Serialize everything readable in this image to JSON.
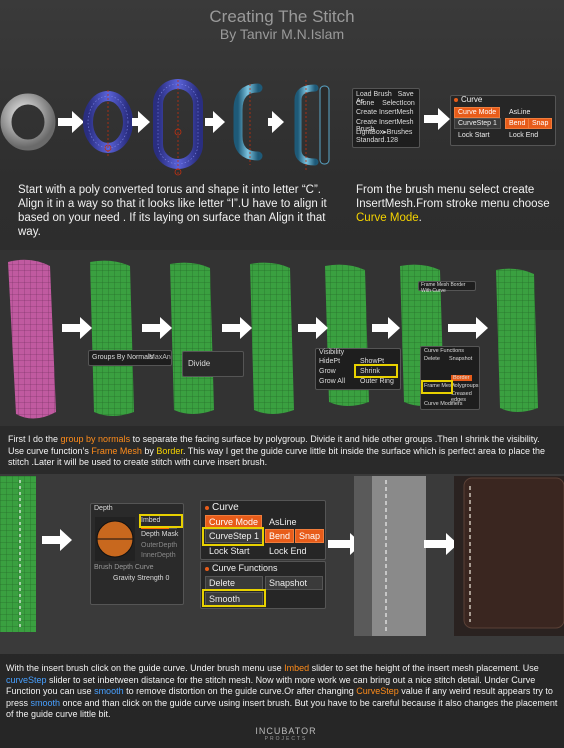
{
  "header": {
    "title": "Creating The Stitch",
    "author": "By Tanvir M.N.Islam"
  },
  "section1": {
    "left_text": "Start with a poly converted torus and shape it into letter “C”. Align it in a way so that it looks like letter “I”.U have to align it based on your need . If its laying on surface than Align it that way.",
    "right_text_a": "From the brush menu select create InsertMesh.From stroke menu choose",
    "right_text_b": "Curve Mode",
    "right_text_c": ".",
    "brush_menu": {
      "items": [
        [
          "Load Brush",
          "Save As"
        ],
        [
          "Clone",
          "SelectIcon"
        ],
        [
          "Create InsertMesh",
          ""
        ],
        [
          "Create InsertMesh Brush",
          ""
        ],
        [
          "LightBox▸Brushes",
          ""
        ],
        [
          "Standard.128",
          ""
        ]
      ]
    },
    "curve_panel": {
      "header": "Curve",
      "curve_mode": "Curve Mode",
      "asline": "AsLine",
      "curvestep": "CurveStep 1",
      "bend": "Bend",
      "snap": "Snap",
      "lock_start": "Lock Start",
      "lock_end": "Lock End"
    }
  },
  "section2": {
    "group_panel": {
      "group_by_normals": "Groups By Normals",
      "maxangle": "MaxAn"
    },
    "divide": "Divide",
    "visibility": {
      "header": "Visibility",
      "hidept": "HidePt",
      "showpt": "ShowPt",
      "shrink": "Shrink",
      "grow": "Grow",
      "growall": "Grow All",
      "outer_ring": "Outer Ring"
    },
    "guide_label": "Frame Mesh Border With Curve",
    "curve_functions": {
      "header": "Curve Functions",
      "delete": "Delete",
      "snapshot": "Snapshot",
      "frame_mesh": "Frame Mesh",
      "border": "Border",
      "polygroups": "Polygroups",
      "creased": "Creased edges",
      "mesh_header": "Curve Modifiers"
    },
    "text_parts": [
      {
        "t": "First I do the ",
        "c": ""
      },
      {
        "t": "group by normals",
        "c": "ho"
      },
      {
        "t": " to separate the facing surface by polygroup. Divide it and hide other groups .Then I shrink the visibility. Use curve function’s ",
        "c": ""
      },
      {
        "t": "Frame Mesh",
        "c": "ho"
      },
      {
        "t": " by ",
        "c": ""
      },
      {
        "t": "Border",
        "c": "hl"
      },
      {
        "t": ". This way I get the guide curve little bit inside the surface which is perfect area to place the stitch .Later it will be used to create stitch with curve insert brush.",
        "c": ""
      }
    ]
  },
  "section3": {
    "depth_panel": {
      "header": "Depth",
      "imbed": "Imbed",
      "depth_mask": "Depth Mask",
      "outer_depth": "OuterDepth",
      "inner_depth": "InnerDepth",
      "brush_depth": "Brush Depth Curve",
      "gravity": "Gravity Strength 0"
    },
    "curve_panel": {
      "header": "Curve",
      "curve_mode": "Curve Mode",
      "asline": "AsLine",
      "curvestep": "CurveStep 1",
      "bend": "Bend",
      "snap": "Snap",
      "lock_start": "Lock Start",
      "lock_end": "Lock End"
    },
    "curve_functions": {
      "header": "Curve Functions",
      "delete": "Delete",
      "snapshot": "Snapshot",
      "smooth": "Smooth"
    },
    "text_parts": [
      {
        "t": "With the insert brush click on the guide curve. Under brush menu use ",
        "c": ""
      },
      {
        "t": "Imbed",
        "c": "ho"
      },
      {
        "t": " slider to set the height of the insert mesh placement. Use ",
        "c": ""
      },
      {
        "t": "curveStep",
        "c": "hb"
      },
      {
        "t": " slider to set inbetween distance for the stitch mesh. Now with more work we can bring out a nice stitch detail. Under Curve Function you can use ",
        "c": ""
      },
      {
        "t": "smooth",
        "c": "hb"
      },
      {
        "t": " to remove distortion on the guide curve.Or after changing ",
        "c": ""
      },
      {
        "t": "CurveStep",
        "c": "ho"
      },
      {
        "t": " value if any weird result appears try to press ",
        "c": ""
      },
      {
        "t": "smooth",
        "c": "hb"
      },
      {
        "t": " once and than click on the guide curve using insert brush. But you have to be careful because it also changes the placement of the guide curve little bit.",
        "c": ""
      }
    ]
  },
  "footer": {
    "logo": "INCUBATOR",
    "logo_sub": "PROJECTS"
  },
  "colors": {
    "accent": "#e85c1a",
    "highlight": "#f5d300",
    "blue": "#48a0ff",
    "torus_gray": "#b8b8b8",
    "torus_blue": "#4048b8",
    "torus_cyan": "#4a9ac0",
    "sheet_pink": "#c05aa0",
    "sheet_green": "#3aa040",
    "leather": "#3a2620"
  }
}
